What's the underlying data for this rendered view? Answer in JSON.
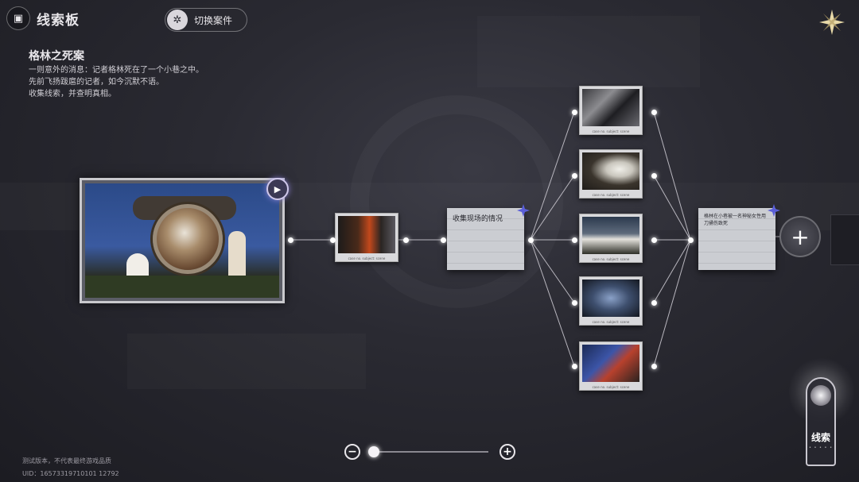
{
  "header": {
    "title": "线索板",
    "switch_case_label": "切换案件"
  },
  "case": {
    "title": "格林之死案",
    "description": [
      "一则意外的消息：记者格林死在了一个小巷之中。",
      "先前飞扬跋扈的记者，如今沉默不语。",
      "收集线索，并查明真相。"
    ]
  },
  "notes": {
    "scene_note": "收集现场的情况",
    "conclusion_note": "格林在小巷被一名神秘女性用刀捅伤致死"
  },
  "photo_caption": "case no. subject: scene",
  "clue_button": {
    "label": "线索",
    "dots": "• • • • •"
  },
  "zoom": {
    "minus_label": "−",
    "plus_label": "+",
    "level": 0
  },
  "add_label": "+",
  "footer": {
    "disclaimer": "测试版本，不代表最终游戏品质",
    "uid": "UID：16573319710101 12792"
  },
  "colors": {
    "accent": "#cfc8ea",
    "badge_star": "#5a5fd8"
  }
}
